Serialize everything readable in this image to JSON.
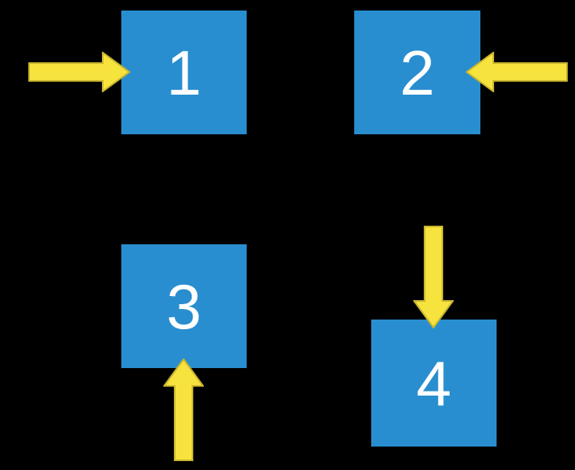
{
  "title": "four-numbered-boxes-with-arrows",
  "colors": {
    "background": "#000000",
    "box_blue": "#288ECF",
    "arrow_yellow": "#F7E33D",
    "arrow_yellow_edge": "#C9B52E",
    "number_text": "#FFFFFF"
  },
  "boxes": [
    {
      "label": "1",
      "arrow_direction": "right",
      "arrow_icon": "arrow-right-icon",
      "position": "top-left"
    },
    {
      "label": "2",
      "arrow_direction": "left",
      "arrow_icon": "arrow-left-icon",
      "position": "top-right"
    },
    {
      "label": "3",
      "arrow_direction": "up",
      "arrow_icon": "arrow-up-icon",
      "position": "bottom-left"
    },
    {
      "label": "4",
      "arrow_direction": "down",
      "arrow_icon": "arrow-down-icon",
      "position": "bottom-right"
    }
  ]
}
